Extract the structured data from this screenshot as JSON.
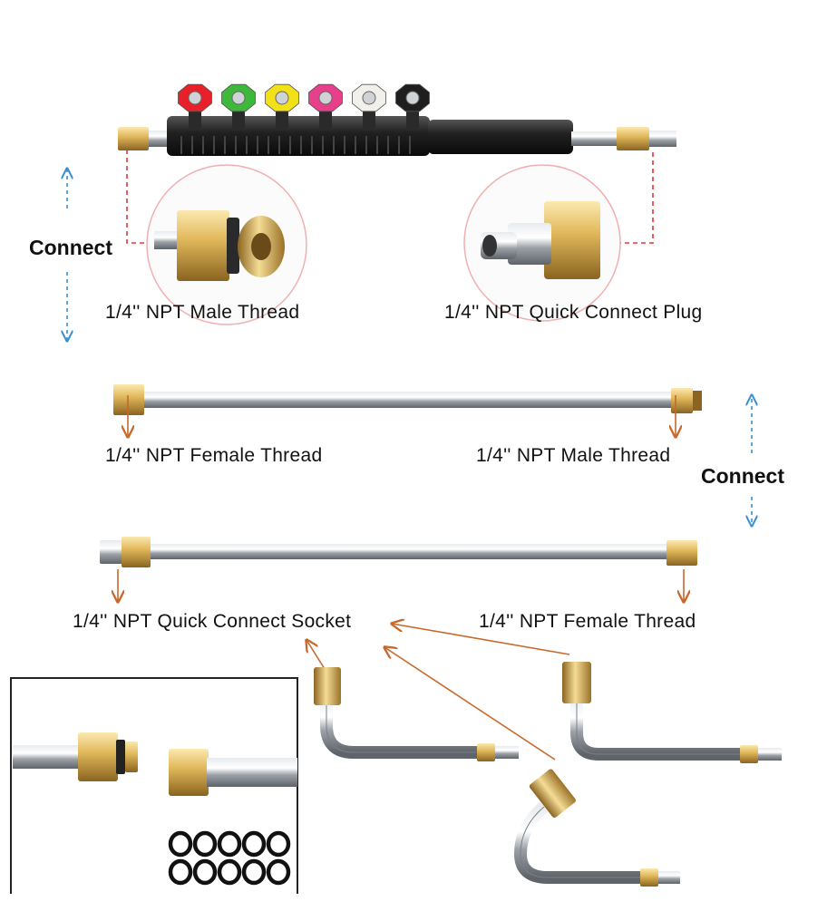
{
  "labels": {
    "connect_left": "Connect",
    "connect_right": "Connect",
    "male_thread_top": "1/4'' NPT Male Thread",
    "quick_plug": "1/4'' NPT Quick Connect Plug",
    "female_thread_mid": "1/4'' NPT Female Thread",
    "male_thread_mid": "1/4'' NPT Male Thread",
    "quick_socket": "1/4'' NPT Quick Connect  Socket",
    "female_thread_low": "1/4'' NPT Female Thread"
  },
  "nozzles": [
    {
      "name": "red-nozzle",
      "color": "#e8202a"
    },
    {
      "name": "green-nozzle",
      "color": "#3db83a"
    },
    {
      "name": "yellow-nozzle",
      "color": "#f2e019"
    },
    {
      "name": "pink-nozzle",
      "color": "#e83f8a"
    },
    {
      "name": "white-nozzle",
      "color": "#f2f0ea"
    },
    {
      "name": "black-nozzle",
      "color": "#1e1e1e"
    }
  ],
  "colors": {
    "dashed_red": "#e0383a",
    "arrow_blue": "#3a8fd0",
    "arrow_orange": "#c8682a",
    "brass": "#d9b25a",
    "steel": "#b8bec4"
  },
  "o_ring_count": 10
}
